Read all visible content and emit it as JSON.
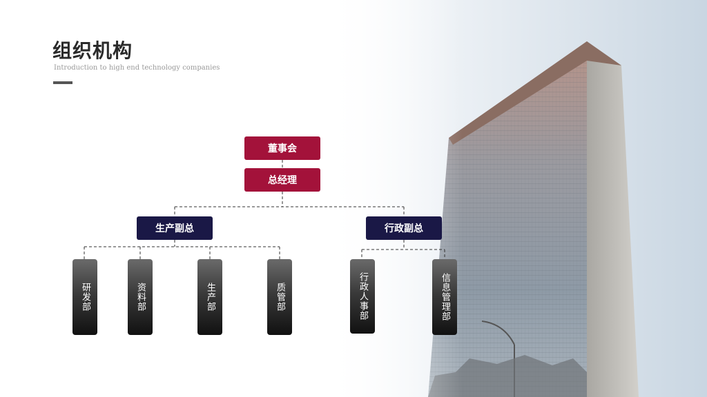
{
  "header": {
    "title": "组织机构",
    "subtitle": "Introduction to high end technology companies"
  },
  "org": {
    "board": "董事会",
    "gm": "总经理",
    "vp_production": "生产副总",
    "vp_admin": "行政副总",
    "dept_rnd": "研发部",
    "dept_materials": "资料部",
    "dept_production": "生产部",
    "dept_quality": "质管部",
    "dept_hr": "行政人事部",
    "dept_it": "信息管理部"
  },
  "colors": {
    "top_level": "#a3123a",
    "mid_level": "#1a1846",
    "leaf_level": "#2e2e2e"
  }
}
